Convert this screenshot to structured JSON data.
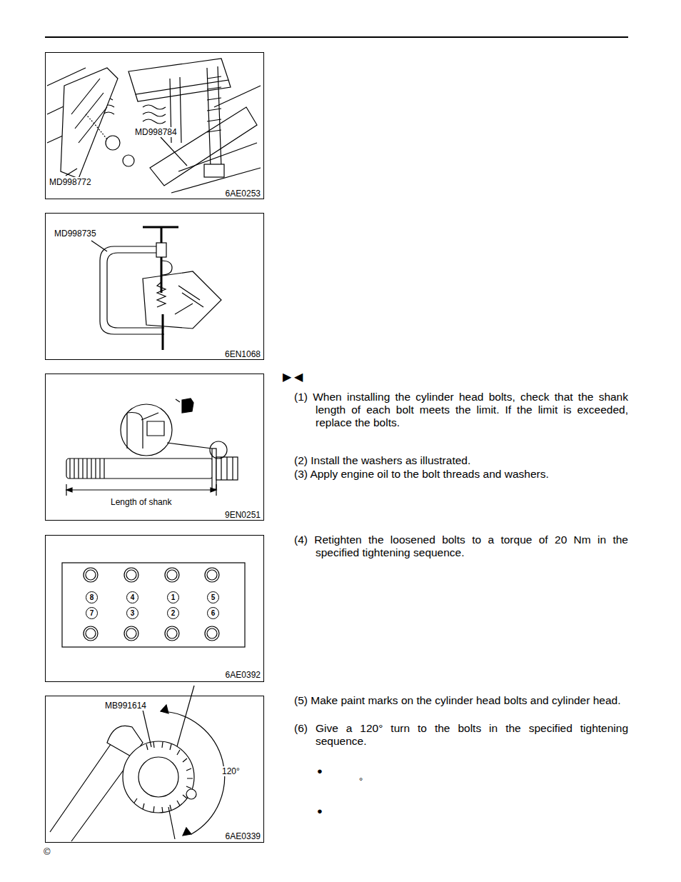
{
  "diagram": {
    "nodes": [
      {
        "text": [
          "MD998784",
          "MD998772",
          "6AE0253"
        ]
      },
      {
        "text": [
          "MD998735",
          "6EN1068"
        ]
      },
      {
        "text": [
          "Length of shank",
          "9EN0251"
        ]
      },
      {
        "text": [
          "6AE0392"
        ]
      },
      {
        "text": [
          "8"
        ],
        "in": 3
      },
      {
        "text": [
          "4"
        ],
        "in": 3
      },
      {
        "text": [
          "1"
        ],
        "in": 3
      },
      {
        "text": [
          "5"
        ],
        "in": 3
      },
      {
        "text": [
          "7"
        ],
        "in": 3
      },
      {
        "text": [
          "3"
        ],
        "in": 3
      },
      {
        "text": [
          "2"
        ],
        "in": 3
      },
      {
        "text": [
          "6"
        ],
        "in": 3
      },
      {
        "text": [
          "MB991614",
          "120°",
          "6AE0339"
        ]
      }
    ],
    "labels": [
      "▶ ◀",
      "(1) When installing the cylinder head bolts, check that the shank length of each bolt meets the limit. If the limit is exceeded, replace the bolts.",
      "(2) Install the washers as illustrated.",
      "(3) Apply engine oil to the bolt threads and washers.",
      "(4) Retighten the loosened bolts to a torque of 20 Nm in the specified tightening sequence.",
      "(5) Make paint marks on the cylinder head bolts and cylinder head.",
      "(6) Give a 120° turn to the bolts in the specified tightening sequence.",
      "●",
      "°",
      "●",
      "©"
    ]
  }
}
